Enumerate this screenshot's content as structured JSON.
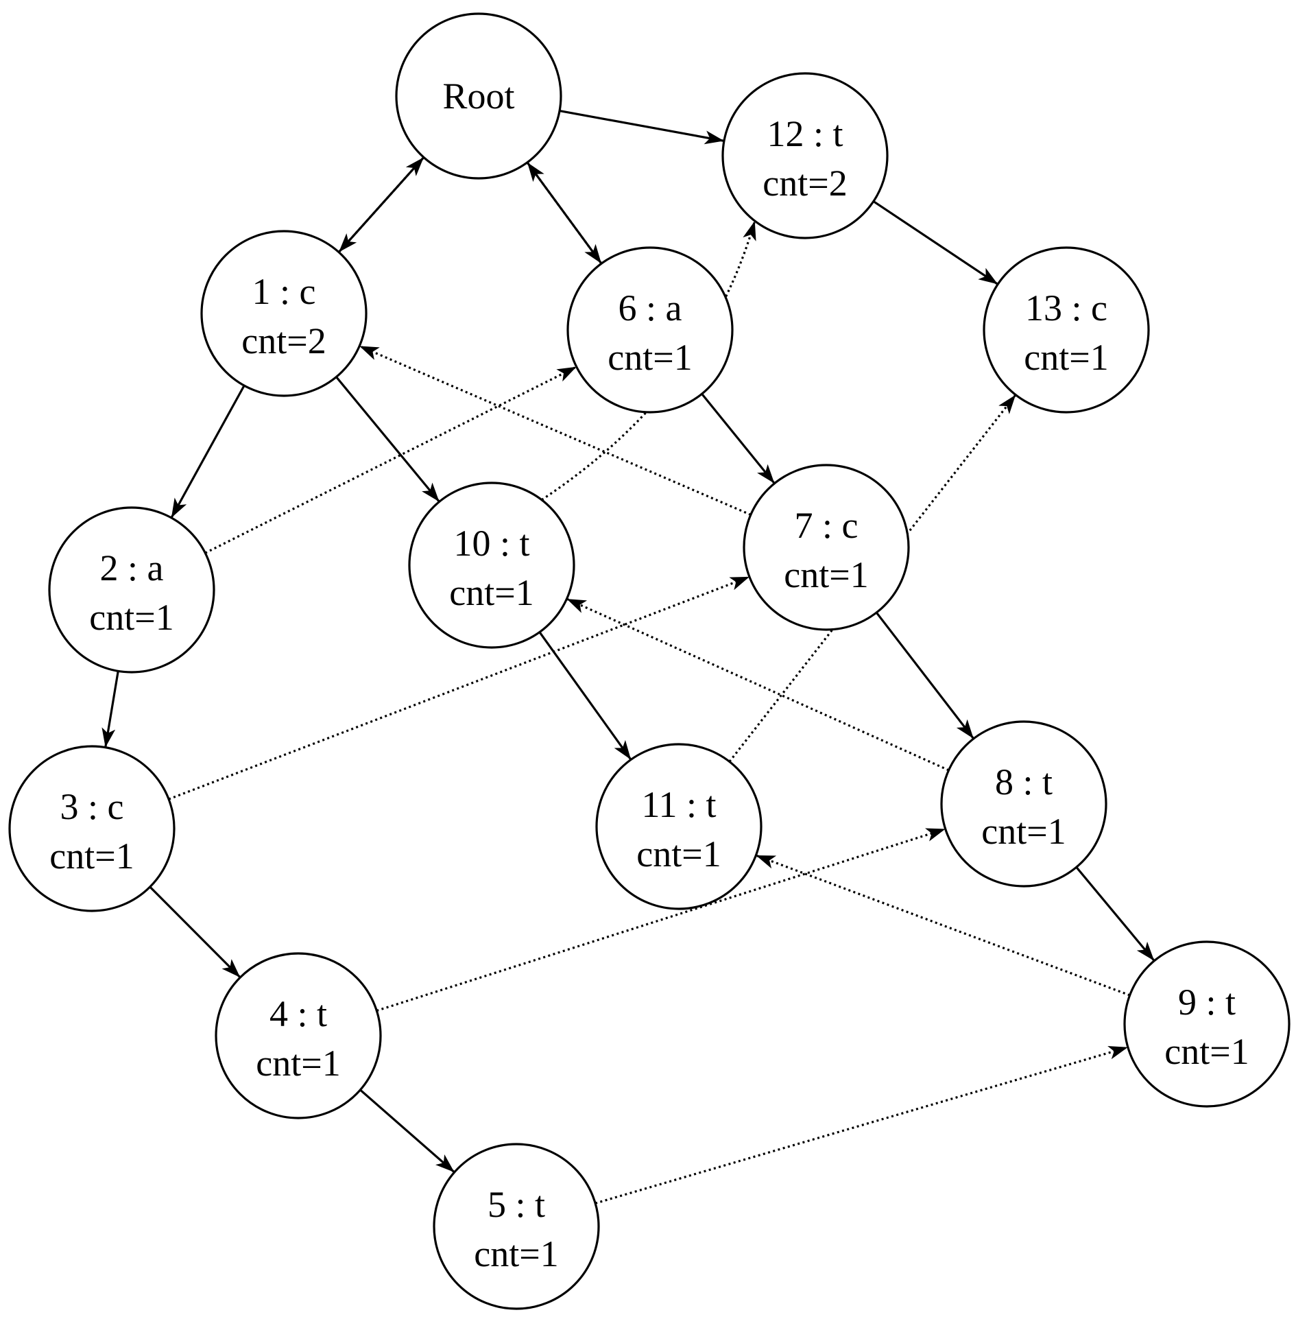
{
  "nodes": [
    {
      "id": "root",
      "line1": "Root",
      "line2": ""
    },
    {
      "id": "n1",
      "line1": "1 : c",
      "line2": "cnt=2"
    },
    {
      "id": "n2",
      "line1": "2 : a",
      "line2": "cnt=1"
    },
    {
      "id": "n3",
      "line1": "3 : c",
      "line2": "cnt=1"
    },
    {
      "id": "n4",
      "line1": "4 : t",
      "line2": "cnt=1"
    },
    {
      "id": "n5",
      "line1": "5 : t",
      "line2": "cnt=1"
    },
    {
      "id": "n6",
      "line1": "6 : a",
      "line2": "cnt=1"
    },
    {
      "id": "n7",
      "line1": "7 : c",
      "line2": "cnt=1"
    },
    {
      "id": "n8",
      "line1": "8 : t",
      "line2": "cnt=1"
    },
    {
      "id": "n9",
      "line1": "9 : t",
      "line2": "cnt=1"
    },
    {
      "id": "n10",
      "line1": "10 : t",
      "line2": "cnt=1"
    },
    {
      "id": "n11",
      "line1": "11 : t",
      "line2": "cnt=1"
    },
    {
      "id": "n12",
      "line1": "12 : t",
      "line2": "cnt=2"
    },
    {
      "id": "n13",
      "line1": "13 : c",
      "line2": "cnt=1"
    }
  ],
  "edges": [
    {
      "from": "root",
      "to": "n1",
      "style": "solid"
    },
    {
      "from": "root",
      "to": "n6",
      "style": "solid"
    },
    {
      "from": "root",
      "to": "n12",
      "style": "solid"
    },
    {
      "from": "n1",
      "to": "n2",
      "style": "solid"
    },
    {
      "from": "n1",
      "to": "n10",
      "style": "solid"
    },
    {
      "from": "n2",
      "to": "n3",
      "style": "solid"
    },
    {
      "from": "n3",
      "to": "n4",
      "style": "solid"
    },
    {
      "from": "n4",
      "to": "n5",
      "style": "solid"
    },
    {
      "from": "n6",
      "to": "n7",
      "style": "solid"
    },
    {
      "from": "n7",
      "to": "n8",
      "style": "solid"
    },
    {
      "from": "n8",
      "to": "n9",
      "style": "solid"
    },
    {
      "from": "n10",
      "to": "n11",
      "style": "solid"
    },
    {
      "from": "n12",
      "to": "n13",
      "style": "solid"
    },
    {
      "from": "n1",
      "to": "root",
      "style": "dotted"
    },
    {
      "from": "n6",
      "to": "root",
      "style": "dotted"
    },
    {
      "from": "n2",
      "to": "n6",
      "style": "dotted"
    },
    {
      "from": "n7",
      "to": "n1",
      "style": "dotted"
    },
    {
      "from": "n10",
      "to": "n12",
      "style": "dotted"
    },
    {
      "from": "n3",
      "to": "n7",
      "style": "dotted"
    },
    {
      "from": "n8",
      "to": "n10",
      "style": "dotted"
    },
    {
      "from": "n11",
      "to": "n13",
      "style": "dotted"
    },
    {
      "from": "n4",
      "to": "n8",
      "style": "dotted"
    },
    {
      "from": "n9",
      "to": "n11",
      "style": "dotted"
    },
    {
      "from": "n5",
      "to": "n9",
      "style": "dotted"
    }
  ]
}
